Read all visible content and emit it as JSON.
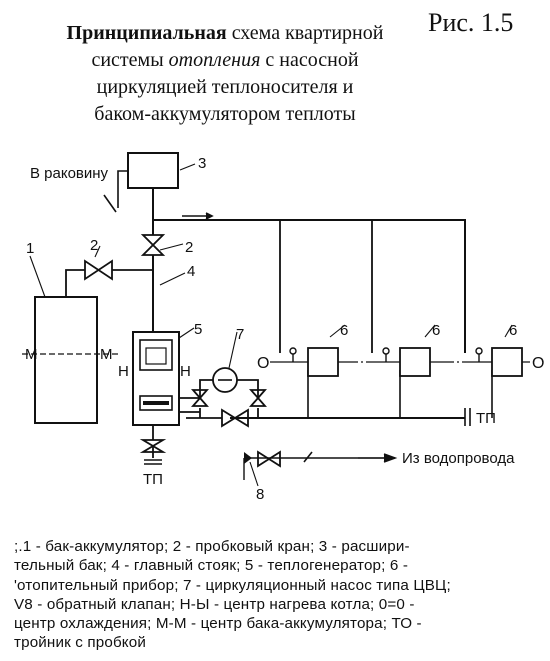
{
  "figure": {
    "number": "Рис. 1.5"
  },
  "title": {
    "bold_part": "Принципиальная",
    "line1_rest": " схема квартирной",
    "line2_start": "системы ",
    "line2_italic": "отопления",
    "line2_end": " с насосной",
    "line3": "циркуляцией теплоносителя и",
    "line4": "баком-аккумулятором теплоты"
  },
  "diagram": {
    "labels": {
      "to_sink": "В раковину",
      "from_water_supply": "Из водопровода",
      "n_left": "Н",
      "n_right": "Н",
      "m_left": "М",
      "m_right": "М",
      "o_left": "О",
      "o_right": "О",
      "tp_right": "ТП",
      "tp_bottom": "ТП",
      "n1": "1",
      "n2a": "2",
      "n2b": "2",
      "n3": "3",
      "n4": "4",
      "n5": "5",
      "n6a": "6",
      "n6b": "6",
      "n6c": "6",
      "n7": "7",
      "n8": "8"
    }
  },
  "caption": {
    "lines": [
      ";.1 - бак-аккумулятор; 2 - пробковый кран; 3 - расшири-",
      "тельный бак; 4 - главный стояк; 5 - теплогенератор; 6 -",
      "'отопительный прибор; 7 - циркуляционный насос типа ЦВЦ;",
      "V8 - обратный клапан; Н-Ы - центр нагрева котла; 0=0 -",
      "центр охлаждения; М-М - центр бака-аккумулятора; ТО -",
      "тройник с пробкой"
    ]
  }
}
